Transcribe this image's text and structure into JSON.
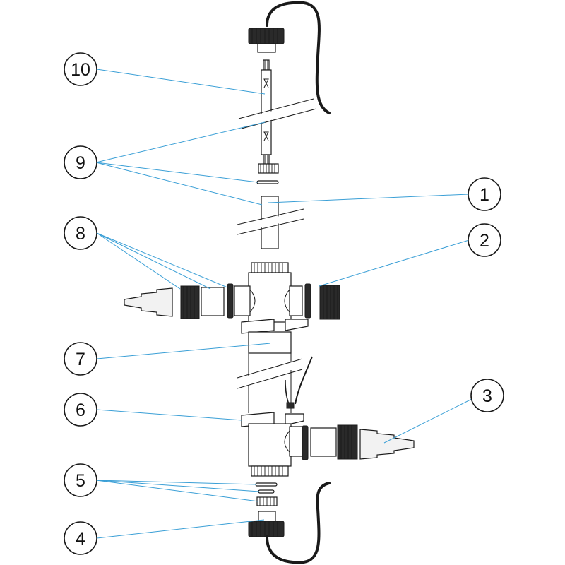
{
  "callouts": [
    {
      "id": "10",
      "label": "10"
    },
    {
      "id": "9",
      "label": "9"
    },
    {
      "id": "8",
      "label": "8"
    },
    {
      "id": "7",
      "label": "7"
    },
    {
      "id": "6",
      "label": "6"
    },
    {
      "id": "5",
      "label": "5"
    },
    {
      "id": "4",
      "label": "4"
    },
    {
      "id": "1",
      "label": "1"
    },
    {
      "id": "2",
      "label": "2"
    },
    {
      "id": "3",
      "label": "3"
    }
  ],
  "colors": {
    "leader": "#3a9fd6",
    "outline": "#1a1a1a",
    "background": "#ffffff"
  }
}
